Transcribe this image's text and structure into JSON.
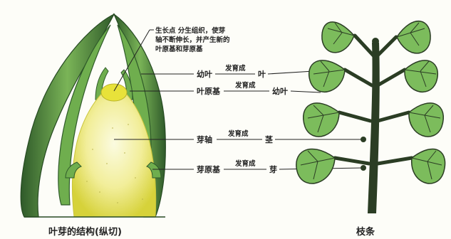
{
  "annotation": {
    "lines": [
      "生长点 分生组织，使芽",
      "轴不断伸长，并产生新的",
      "叶原基和芽原基"
    ]
  },
  "labels": {
    "young_leaf": "幼叶",
    "young_leaf_result": "叶",
    "leaf_primordium": "叶原基",
    "leaf_primordium_result": "幼叶",
    "bud_axis": "芽轴",
    "bud_axis_result": "茎",
    "bud_primordium": "芽原基",
    "bud_primordium_result": "芽",
    "develops_into": "发育成"
  },
  "captions": {
    "left": "叶芽的结构(纵切)",
    "right": "枝条"
  },
  "colors": {
    "leaf_dark": "#2f5a2a",
    "leaf_green": "#6fae4e",
    "leaf_light": "#9ccf6e",
    "meristem": "#e8e23a",
    "stem": "#2b3d24",
    "branch_leaf": "#7cbc5c"
  }
}
